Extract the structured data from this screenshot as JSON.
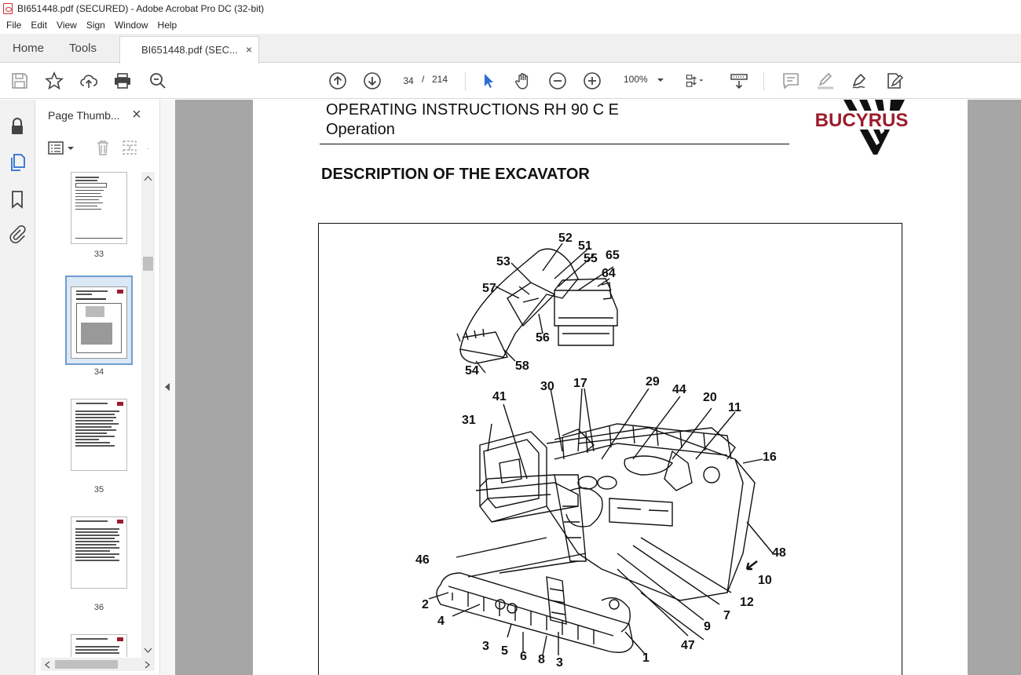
{
  "window": {
    "title": "BI651448.pdf (SECURED) - Adobe Acrobat Pro DC (32-bit)"
  },
  "menu": [
    "File",
    "Edit",
    "View",
    "Sign",
    "Window",
    "Help"
  ],
  "tabs": {
    "home": "Home",
    "tools": "Tools",
    "doc": "BI651448.pdf (SEC...",
    "close": "×"
  },
  "nav": {
    "page": "34",
    "sep": "/",
    "total": "214",
    "zoom": "100%"
  },
  "panel": {
    "title": "Page Thumb...",
    "close": "×"
  },
  "thumbnails": [
    {
      "label": "33"
    },
    {
      "label": "34"
    },
    {
      "label": "35"
    },
    {
      "label": "36"
    }
  ],
  "document": {
    "header_line1": "OPERATING INSTRUCTIONS RH 90 C E",
    "header_line2": "Operation",
    "section_title": "DESCRIPTION OF THE EXCAVATOR",
    "logo_text": "BUCYRUS",
    "brand_color": "#9b1c2c",
    "callouts_top": [
      "52",
      "51",
      "55",
      "65",
      "53",
      "64",
      "57",
      "56",
      "58",
      "54"
    ],
    "callouts_main": [
      "30",
      "17",
      "29",
      "44",
      "41",
      "20",
      "11",
      "31",
      "16",
      "46",
      "48",
      "10",
      "12",
      "2",
      "7",
      "4",
      "9",
      "3",
      "5",
      "6",
      "8",
      "3",
      "47",
      "1"
    ]
  }
}
